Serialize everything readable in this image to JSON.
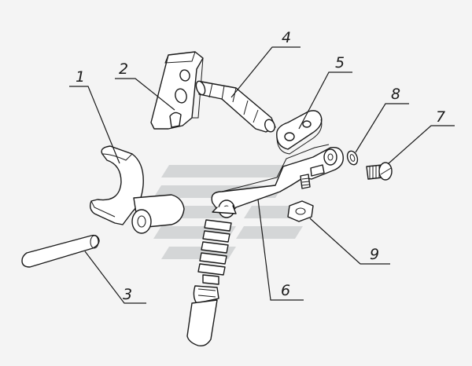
{
  "callouts": [
    {
      "id": "1",
      "label": "1"
    },
    {
      "id": "2",
      "label": "2"
    },
    {
      "id": "3",
      "label": "3"
    },
    {
      "id": "4",
      "label": "4"
    },
    {
      "id": "5",
      "label": "5"
    },
    {
      "id": "6",
      "label": "6"
    },
    {
      "id": "7",
      "label": "7"
    },
    {
      "id": "8",
      "label": "8"
    },
    {
      "id": "9",
      "label": "9"
    }
  ],
  "colors": {
    "line": "#1a1a1a",
    "background": "#f4f4f4",
    "watermark": "#b9bdbf"
  }
}
